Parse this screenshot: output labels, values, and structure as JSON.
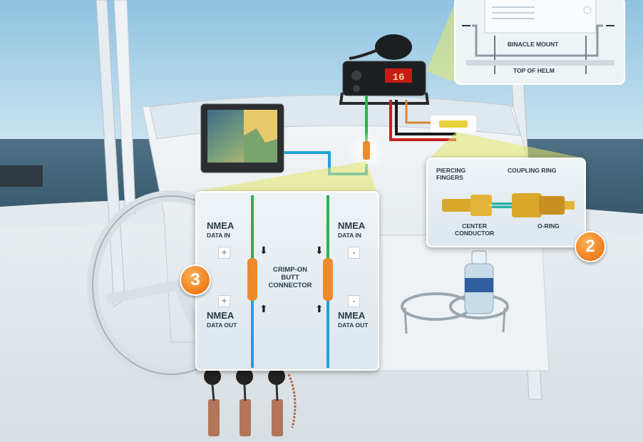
{
  "colors": {
    "nmea_in_wire": "#2bb24c",
    "nmea_out_wire": "#1fa3d8",
    "connector": "#ee8a2e",
    "badge": "#ee7d1b",
    "power_red": "#c81e1e",
    "power_black": "#1a1a1a",
    "sky": "#a9cde4",
    "sea": "#42647a"
  },
  "callout_top": {
    "binacle_label": "BINACLE MOUNT",
    "helm_label": "TOP OF HELM"
  },
  "callout_2": {
    "badge": "2",
    "piercing_label": "PIERCING\nFINGERS",
    "coupling_label": "COUPLING RING",
    "center_label": "CENTER\nCONDUCTOR",
    "oring_label": "O-RING"
  },
  "callout_3": {
    "badge": "3",
    "left_in_title": "NMEA",
    "left_in_sub": "DATA IN",
    "left_out_title": "NMEA",
    "left_out_sub": "DATA OUT",
    "right_in_title": "NMEA",
    "right_in_sub": "DATA IN",
    "right_out_title": "NMEA",
    "right_out_sub": "DATA OUT",
    "left_in_sign": "+",
    "left_out_sign": "+",
    "right_in_sign": "-",
    "right_out_sign": "-",
    "center_label": "CRIMP-ON\nBUTT\nCONNECTOR",
    "arrow_down": "⬇",
    "arrow_up": "⬆"
  },
  "radio_display": "16"
}
